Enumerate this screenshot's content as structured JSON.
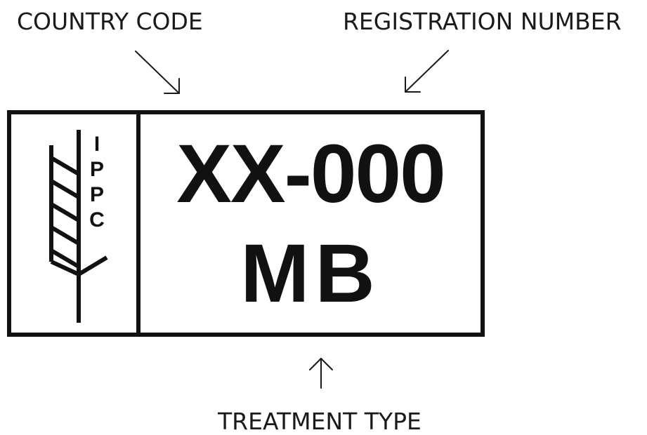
{
  "callouts": {
    "country_code": "COUNTRY CODE",
    "registration_number": "REGISTRATION NUMBER",
    "treatment_type": "TREATMENT TYPE"
  },
  "mark": {
    "logo": {
      "icon": "wheat-ear-icon",
      "letters": [
        "I",
        "P",
        "P",
        "C"
      ]
    },
    "registration_code": "XX-000",
    "treatment_code": "MB"
  },
  "colors": {
    "ink": "#111111",
    "background": "#ffffff"
  }
}
